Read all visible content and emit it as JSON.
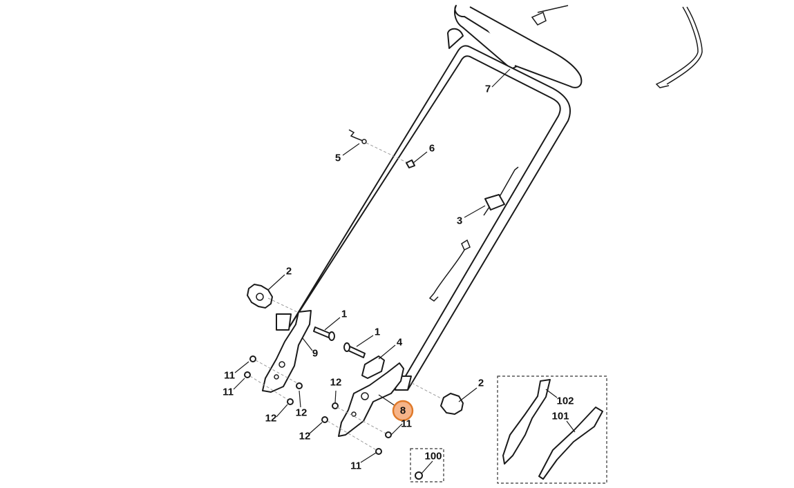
{
  "diagram": {
    "highlight_color": "#f6b489",
    "highlighted_callout": "8",
    "callouts": [
      {
        "id": "c7",
        "label": "7"
      },
      {
        "id": "c5",
        "label": "5"
      },
      {
        "id": "c6",
        "label": "6"
      },
      {
        "id": "c3",
        "label": "3"
      },
      {
        "id": "c2a",
        "label": "2"
      },
      {
        "id": "c1a",
        "label": "1"
      },
      {
        "id": "c1b",
        "label": "1"
      },
      {
        "id": "c4",
        "label": "4"
      },
      {
        "id": "c9",
        "label": "9"
      },
      {
        "id": "c11a",
        "label": "11"
      },
      {
        "id": "c11b",
        "label": "11"
      },
      {
        "id": "c12a",
        "label": "12"
      },
      {
        "id": "c12b",
        "label": "12"
      },
      {
        "id": "c12c",
        "label": "12"
      },
      {
        "id": "c12d",
        "label": "12"
      },
      {
        "id": "c8",
        "label": "8"
      },
      {
        "id": "c11c",
        "label": "11"
      },
      {
        "id": "c11d",
        "label": "11"
      },
      {
        "id": "c2b",
        "label": "2"
      },
      {
        "id": "c100",
        "label": "100"
      },
      {
        "id": "c102",
        "label": "102"
      },
      {
        "id": "c101",
        "label": "101"
      }
    ]
  }
}
